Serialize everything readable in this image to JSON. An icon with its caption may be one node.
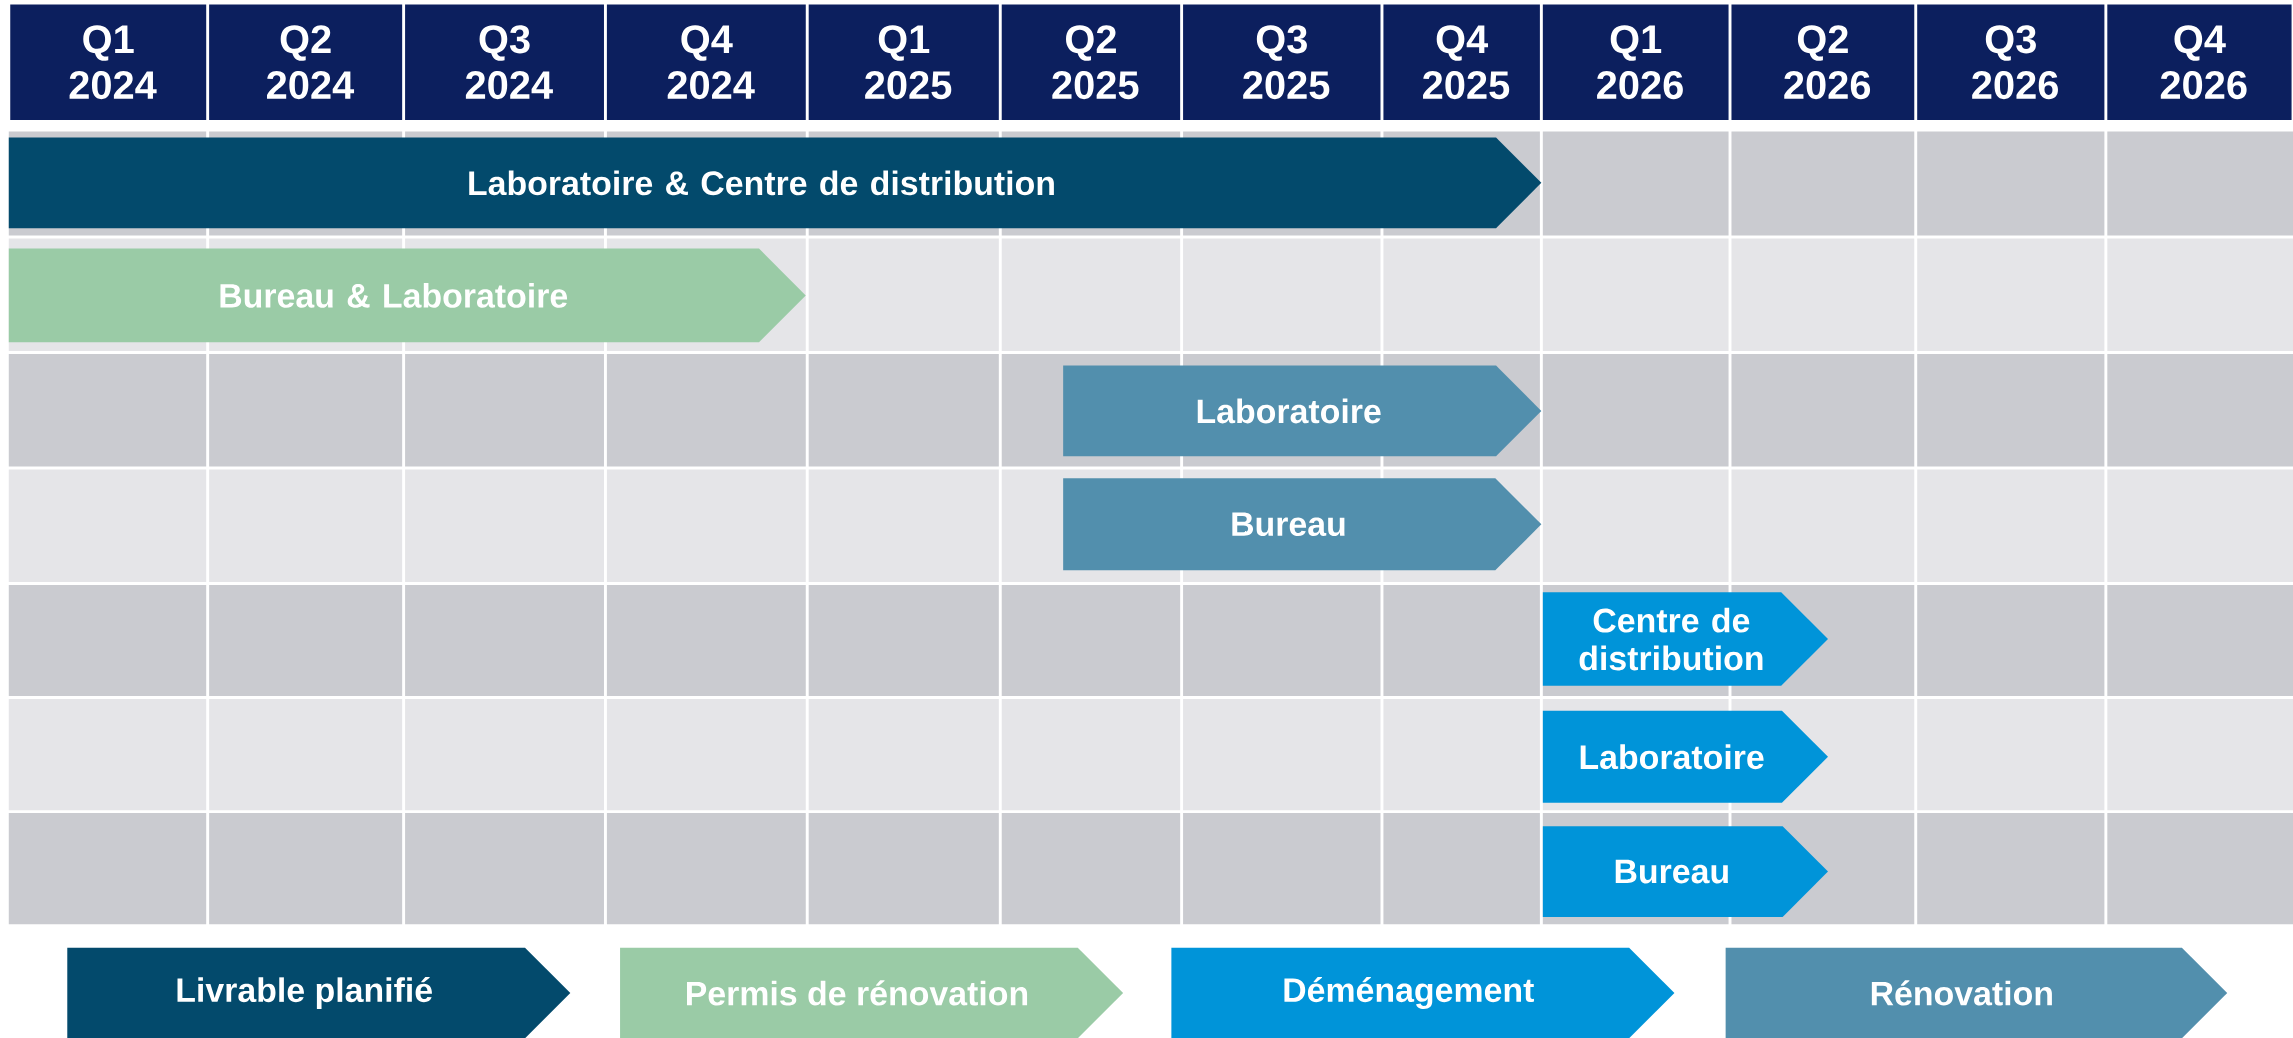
{
  "diagram": {
    "nodes": [
      {
        "text": [
          "Laboratoire & Centre de distribution"
        ]
      },
      {
        "text": [
          "Bureau & Laboratoire"
        ]
      },
      {
        "text": [
          "Laboratoire"
        ]
      },
      {
        "text": [
          "Bureau"
        ]
      },
      {
        "text": [
          "Centre de distribution"
        ]
      },
      {
        "text": [
          "Laboratoire"
        ]
      },
      {
        "text": [
          "Bureau"
        ]
      }
    ],
    "labels": [
      "Q1 2024",
      "Q2 2024",
      "Q3 2024",
      "Q4 2024",
      "Q1 2025",
      "Q2 2025",
      "Q3 2025",
      "Q4 2025",
      "Q1 2026",
      "Q2 2026",
      "Q3 2026",
      "Q4 2026"
    ],
    "legend": [
      {
        "text": "Livrable planifié",
        "color": "#034a6c"
      },
      {
        "text": "Permis de rénovation",
        "color": "#9acba6"
      },
      {
        "text": "Déménagement",
        "color": "#0094d9"
      },
      {
        "text": "Rénovation",
        "color": "#528fad"
      }
    ]
  }
}
